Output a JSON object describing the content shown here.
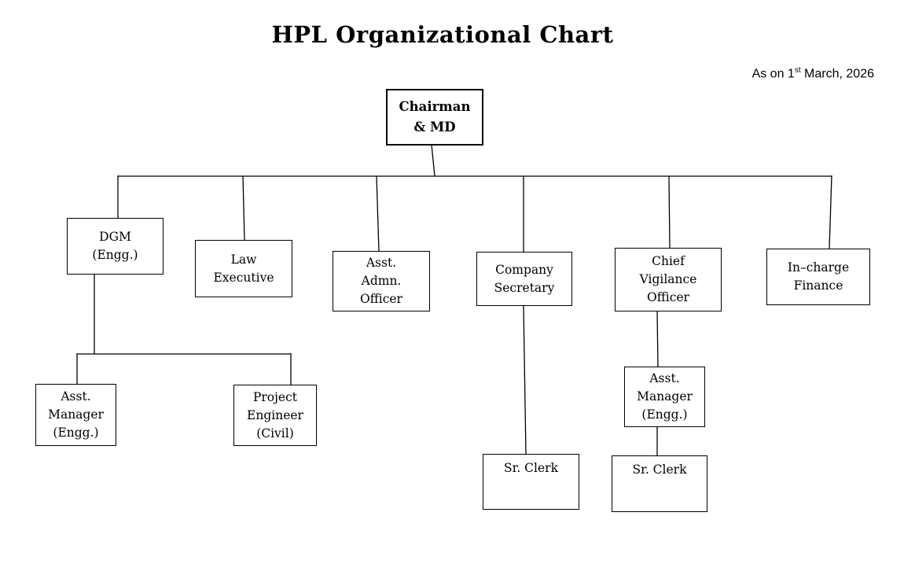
{
  "title": "HPL Organizational Chart",
  "date_note": {
    "prefix": "As on 1",
    "superscript": "st",
    "suffix": " March, 2026"
  },
  "nodes": {
    "chairman": {
      "label": "Chairman\n& MD"
    },
    "dgm": {
      "label": "DGM\n(Engg.)"
    },
    "law_executive": {
      "label": "Law\nExecutive"
    },
    "asst_admn_officer": {
      "label": "Asst.\nAdmn.\nOfficer"
    },
    "company_secretary": {
      "label": "Company\nSecretary"
    },
    "chief_vigilance_officer": {
      "label": "Chief\nVigilance\nOfficer"
    },
    "incharge_finance": {
      "label": "In–charge\nFinance"
    },
    "asst_manager_engg_under_dgm": {
      "label": "Asst.\nManager\n(Engg.)"
    },
    "project_engineer_civil": {
      "label": "Project\nEngineer\n(Civil)"
    },
    "sr_clerk_under_company_secretary": {
      "label": "Sr. Clerk"
    },
    "asst_manager_engg_under_cvo": {
      "label": "Asst.\nManager\n(Engg.)"
    },
    "sr_clerk_under_asst_manager": {
      "label": "Sr. Clerk"
    }
  },
  "hierarchy": {
    "edges": [
      [
        "chairman",
        "dgm"
      ],
      [
        "chairman",
        "law_executive"
      ],
      [
        "chairman",
        "asst_admn_officer"
      ],
      [
        "chairman",
        "company_secretary"
      ],
      [
        "chairman",
        "chief_vigilance_officer"
      ],
      [
        "chairman",
        "incharge_finance"
      ],
      [
        "dgm",
        "asst_manager_engg_under_dgm"
      ],
      [
        "dgm",
        "project_engineer_civil"
      ],
      [
        "company_secretary",
        "sr_clerk_under_company_secretary"
      ],
      [
        "chief_vigilance_officer",
        "asst_manager_engg_under_cvo"
      ],
      [
        "asst_manager_engg_under_cvo",
        "sr_clerk_under_asst_manager"
      ]
    ]
  },
  "colors": {
    "background": "#ffffff",
    "line": "#000000",
    "border": "#000000",
    "text": "#000000"
  }
}
